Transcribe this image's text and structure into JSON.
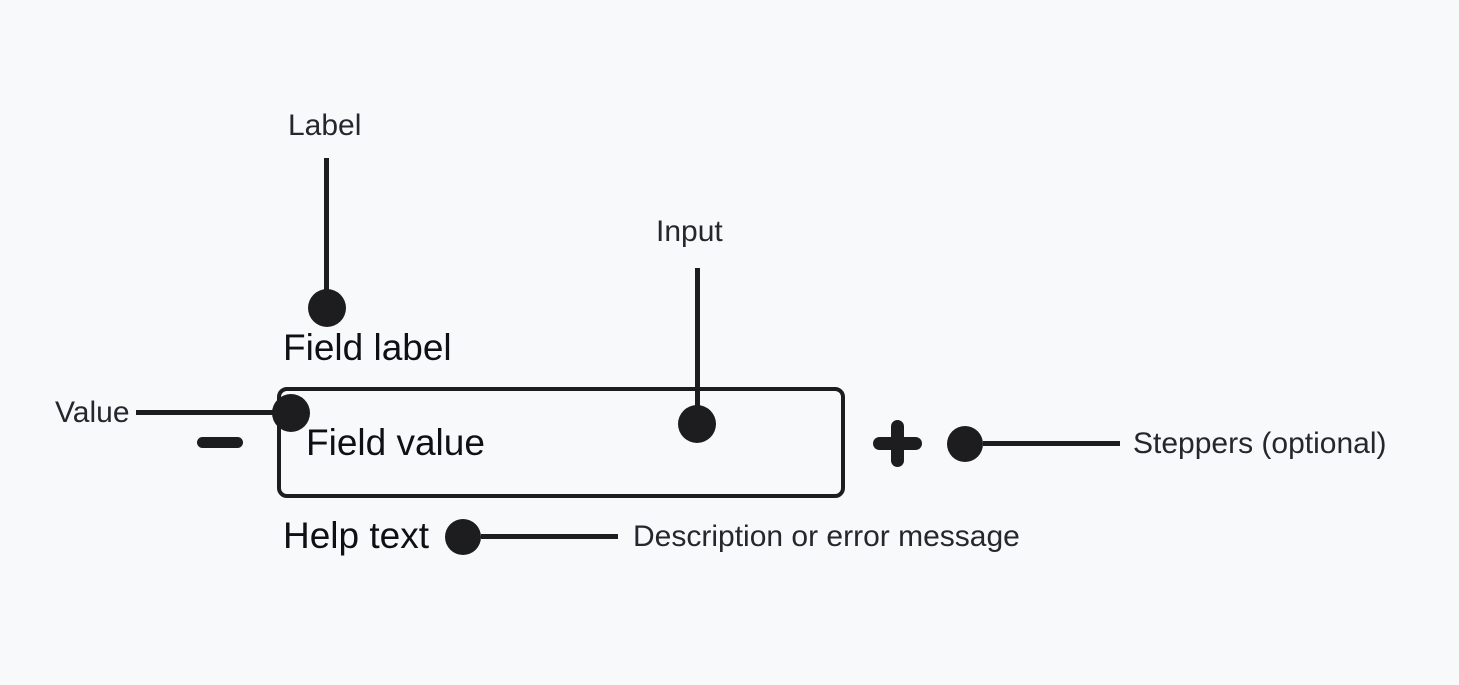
{
  "colors": {
    "background": "#f8f9fb",
    "ink": "#1d1d20",
    "annotation_text": "#26262c",
    "component_text": "#101014"
  },
  "component": {
    "field_label": "Field label",
    "field_value": "Field value",
    "help_text": "Help text",
    "minus_icon": "minus-stepper-icon",
    "plus_icon": "plus-stepper-icon"
  },
  "annotations": {
    "label": "Label",
    "input": "Input",
    "value": "Value",
    "steppers": "Steppers (optional)",
    "help": "Description or error message"
  }
}
